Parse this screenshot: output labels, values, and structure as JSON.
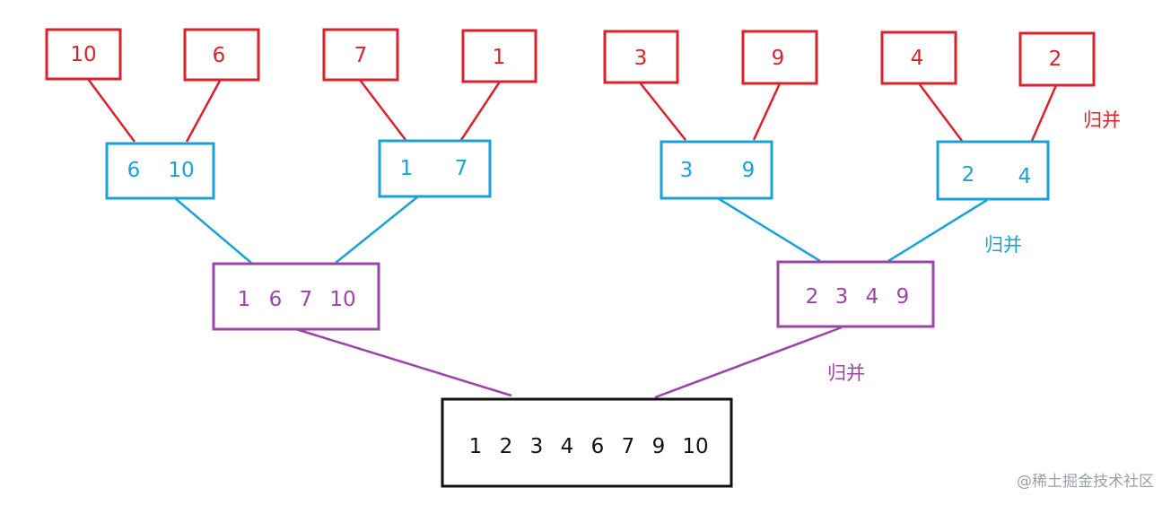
{
  "colors": {
    "level_1": "#d8222c",
    "level_2": "#1aa2d6",
    "level_3": "#9b45a8",
    "level_4": "#111111",
    "watermark": "#9aa0a6"
  },
  "leaves": [
    "10",
    "6",
    "7",
    "1",
    "3",
    "9",
    "4",
    "2"
  ],
  "pairs": [
    [
      "6",
      "10"
    ],
    [
      "1",
      "7"
    ],
    [
      "3",
      "9"
    ],
    [
      "2",
      "4"
    ]
  ],
  "quads": [
    [
      "1",
      "6",
      "7",
      "10"
    ],
    [
      "2",
      "3",
      "4",
      "9"
    ]
  ],
  "result": [
    "1",
    "2",
    "3",
    "4",
    "6",
    "7",
    "9",
    "10"
  ],
  "merge_labels": {
    "level_1": "归并",
    "level_2": "归并",
    "level_3": "归并"
  },
  "watermark": "@稀土掘金技术社区"
}
